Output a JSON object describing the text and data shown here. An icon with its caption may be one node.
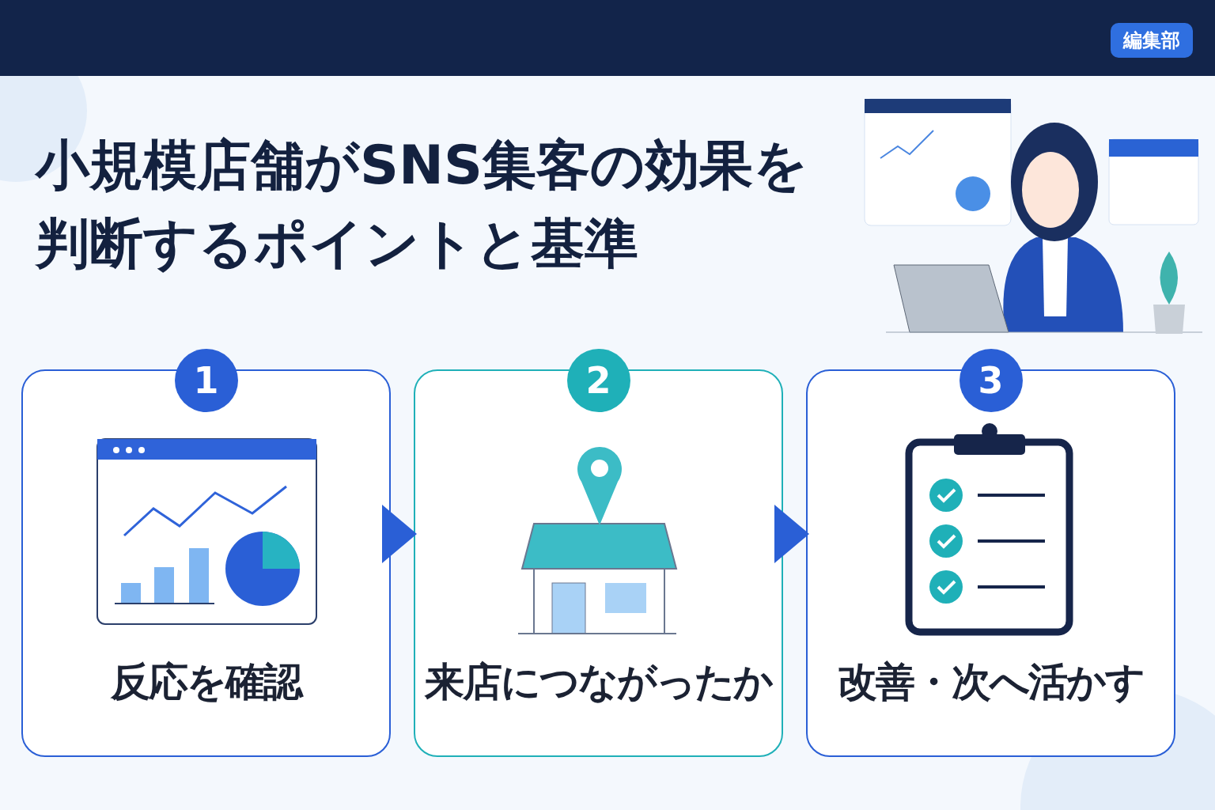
{
  "diagram": {
    "title": "小規模店舗がSNS集客の効果を判断するポイントと基準",
    "nodes": [
      {
        "text": [
          "1",
          "反応を確認"
        ]
      },
      {
        "text": [
          "2",
          "来店につながったか"
        ]
      },
      {
        "text": [
          "3",
          "改善・次へ活かす"
        ]
      }
    ],
    "edges": [
      {
        "from": 0,
        "to": 1,
        "arrow": "to"
      },
      {
        "from": 1,
        "to": 2,
        "arrow": "to"
      }
    ],
    "labels": [
      "編集部"
    ]
  }
}
